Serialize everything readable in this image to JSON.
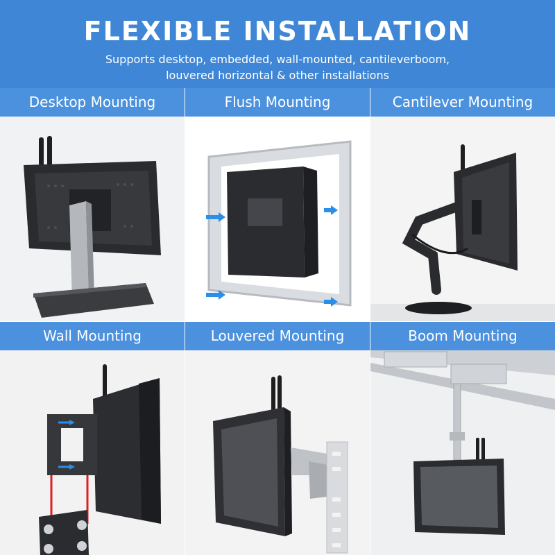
{
  "header": {
    "title": "FLEXIBLE INSTALLATION",
    "subtitle_line1": "Supports desktop, embedded, wall-mounted, cantileverboom,",
    "subtitle_line2": "louvered horizontal & other installations"
  },
  "panels": [
    {
      "label": "Desktop Mounting"
    },
    {
      "label": "Flush Mounting"
    },
    {
      "label": "Cantilever Mounting"
    },
    {
      "label": "Wall Mounting"
    },
    {
      "label": "Louvered Mounting"
    },
    {
      "label": "Boom Mounting"
    }
  ],
  "colors": {
    "header_bg": "#3f87d6",
    "label_bg": "#4b91de",
    "arrow_blue": "#2a8fe8",
    "arrow_red": "#e02020"
  }
}
